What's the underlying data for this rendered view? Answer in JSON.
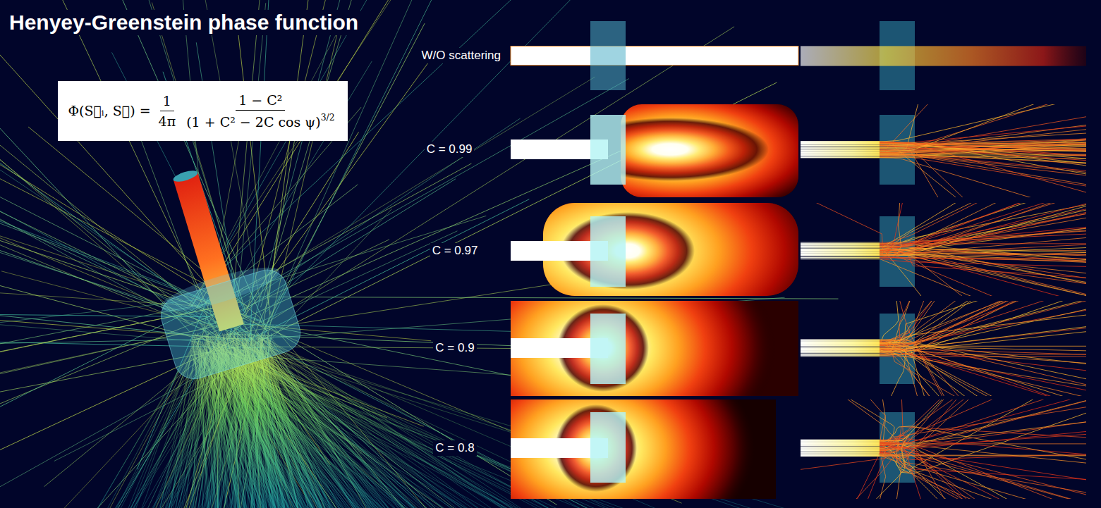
{
  "diagram": {
    "title": "Henyey-Greenstein phase function",
    "nodes": [
      {
        "text": [
          "Φ(S⃗ᵢ, S⃗) =",
          "1",
          "4π",
          "1 − C²",
          "(1 + C² − 2C cos ψ)",
          "3/2"
        ]
      }
    ],
    "labels": [
      "W/O scattering",
      "C = 0.99",
      "C = 0.97",
      "C = 0.9",
      "C = 0.8"
    ]
  }
}
